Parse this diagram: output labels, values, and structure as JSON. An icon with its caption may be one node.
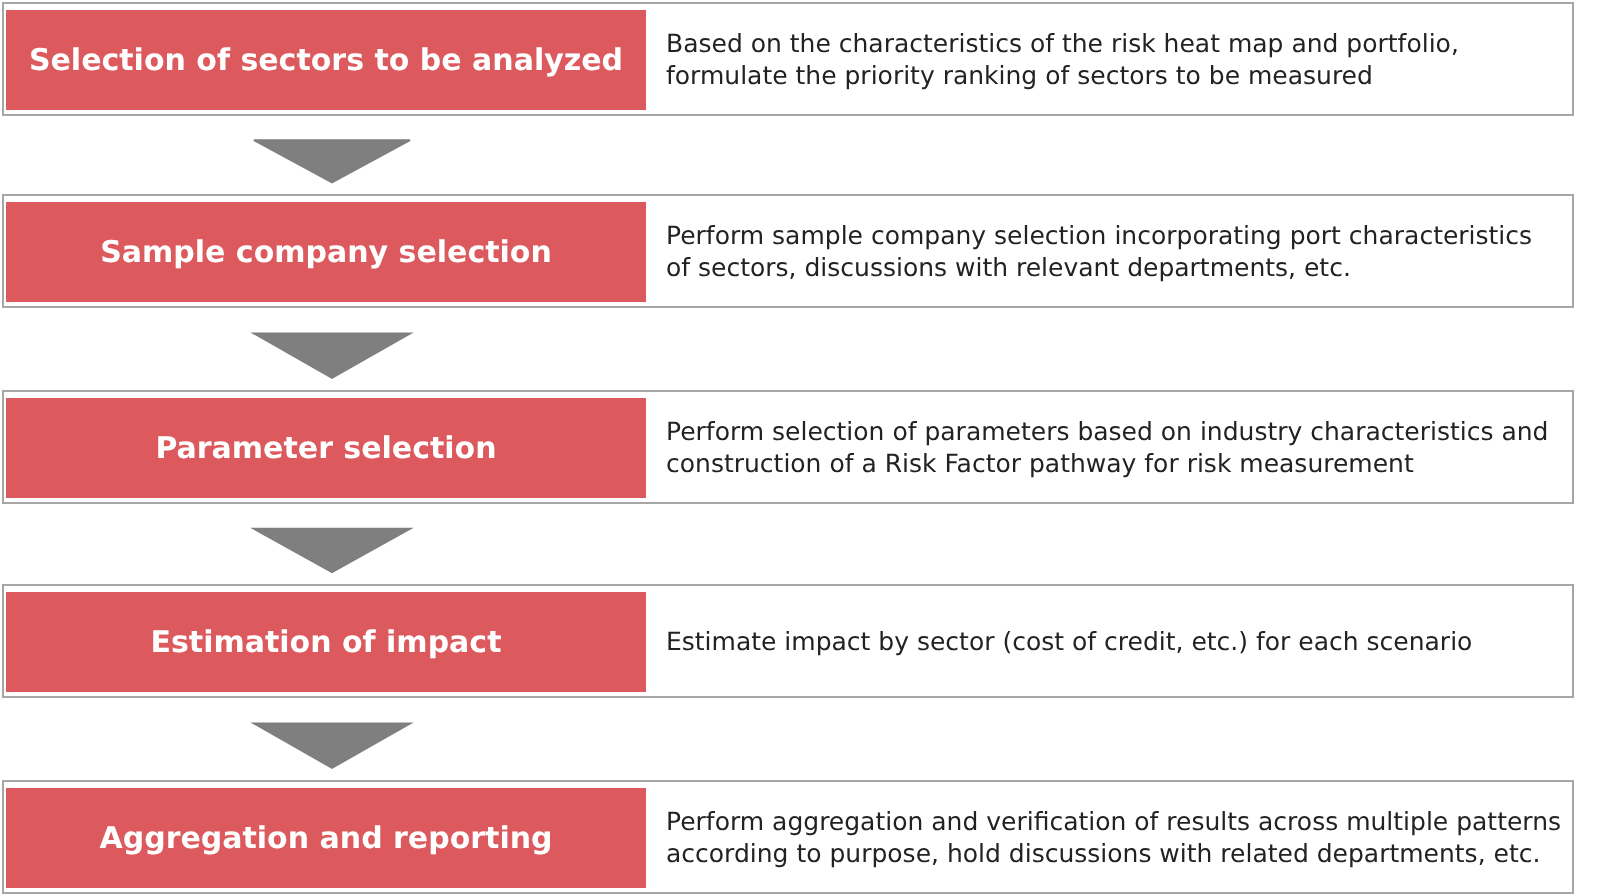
{
  "diagram": {
    "nodes": [
      {
        "text": [
          "Based on the characteristics of the risk heat map and portfolio, formulate the priority ranking of sectors to be measured"
        ]
      },
      {
        "text": [
          "Selection of sectors to be analyzed"
        ],
        "in": 0
      },
      {
        "text": [
          "Perform sample company selection incorporating port characteristics of sectors, discussions with relevant departments, etc."
        ]
      },
      {
        "text": [
          "Sample company selection"
        ],
        "in": 2
      },
      {
        "text": [
          "Perform selection of parameters based on industry characteristics and construction of a Risk Factor pathway for risk measurement"
        ]
      },
      {
        "text": [
          "Parameter selection"
        ],
        "in": 4
      },
      {
        "text": [
          "Estimate impact by sector (cost of credit, etc.) for each scenario"
        ]
      },
      {
        "text": [
          "Estimation of impact"
        ],
        "in": 6
      },
      {
        "text": [
          "Perform aggregation and verification of results across multiple patterns according to purpose, hold discussions with related departments, etc."
        ]
      },
      {
        "text": [
          "Aggregation and reporting"
        ],
        "in": 8
      }
    ],
    "edges": [
      {
        "from": 0,
        "to": 2,
        "arrow": "to"
      },
      {
        "from": 2,
        "to": 4,
        "arrow": "to"
      },
      {
        "from": 4,
        "to": 6,
        "arrow": "to"
      },
      {
        "from": 6,
        "to": 8,
        "arrow": "to"
      }
    ]
  }
}
